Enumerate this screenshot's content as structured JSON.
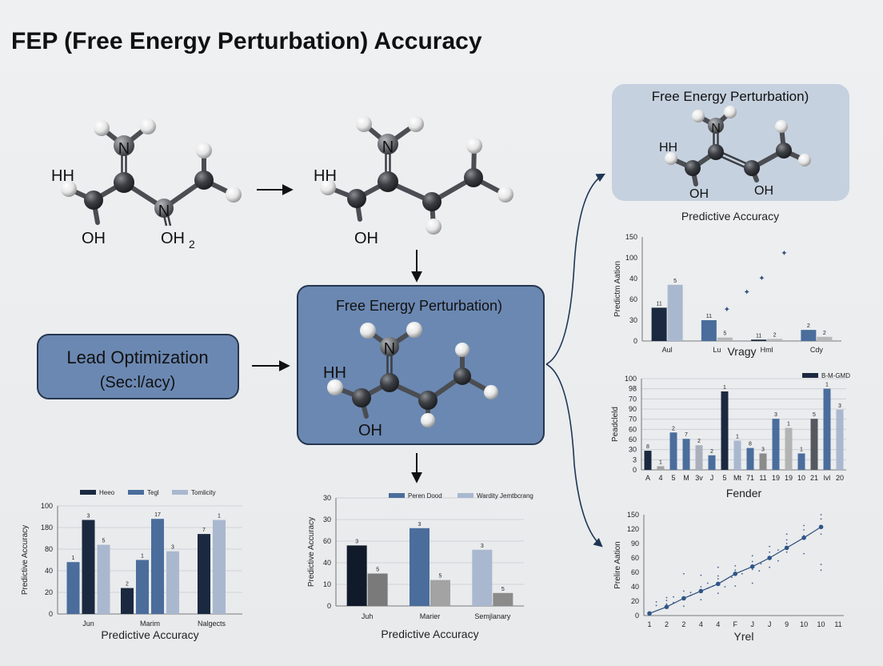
{
  "title": "FEP (Free Energy Perturbation) Accuracy",
  "colors": {
    "box_fill": "#6b88b2",
    "box_border": "#26364f",
    "top_box_fill": "#c6d1df",
    "arrow": "#1f3554",
    "dark": "#1b2940",
    "blue": "#4a6d9c",
    "light": "#a9b8cf",
    "gray": "#8b8b8b",
    "darkgray": "#55595f"
  },
  "molecules": {
    "reactant": {
      "n_top": "N",
      "hh": "HH",
      "oh": "OH",
      "n_mid": "N",
      "oh2": "OH",
      "oh2_sub": "2"
    },
    "product": {
      "n_top": "N",
      "hh": "HH",
      "oh": "OH"
    },
    "center": {
      "n_top": "N",
      "hh": "HH",
      "oh": "OH"
    },
    "top_right": {
      "n_top": "N",
      "hh": "HH",
      "oh": "OH",
      "oh2": "OH"
    }
  },
  "center_box": {
    "title": "Free Energy Perturbation)"
  },
  "lead_box": {
    "line1": "Lead Optimization",
    "line2": "(Sec:l/acy)"
  },
  "top_right_box": {
    "title": "Free Energy Perturbation)",
    "caption": "Predictive Accuracy"
  },
  "chart_data": [
    {
      "type": "bar",
      "ylabel": "Predictive Accuracy",
      "xlabel": "Predictive Accuracy",
      "ylim": [
        0,
        100
      ],
      "yticks": [
        "0",
        "20",
        "40",
        "80",
        "180",
        "100"
      ],
      "grid": true,
      "legend_position": "top",
      "legend": [
        {
          "name": "Heeo",
          "color": "#1b2940"
        },
        {
          "name": "Tegl",
          "color": "#4a6d9c"
        },
        {
          "name": "Tomlicity",
          "color": "#a9b8cf"
        }
      ],
      "categories": [
        {
          "name": "Jun",
          "bars": [
            {
              "value": 48,
              "label": "1",
              "color": "#4a6d9c"
            },
            {
              "value": 87,
              "label": "3",
              "color": "#1b2940"
            },
            {
              "value": 64,
              "label": "5",
              "color": "#a9b8cf"
            }
          ]
        },
        {
          "name": "Marim",
          "bars": [
            {
              "value": 24,
              "label": "2",
              "color": "#1b2940"
            },
            {
              "value": 50,
              "label": "1",
              "color": "#4a6d9c"
            },
            {
              "value": 88,
              "label": "17",
              "color": "#4a6d9c"
            },
            {
              "value": 58,
              "label": "3",
              "color": "#a9b8cf"
            }
          ]
        },
        {
          "name": "Nalgects",
          "bars": [
            {
              "value": 74,
              "label": "7",
              "color": "#1b2940"
            },
            {
              "value": 87,
              "label": "1",
              "color": "#a9b8cf"
            }
          ]
        }
      ]
    },
    {
      "type": "bar",
      "ylabel": "Predictive Accuracy",
      "xlabel": "Predictive Accuracy",
      "ylim": [
        0,
        50
      ],
      "yticks": [
        "0",
        "10",
        "40",
        "60",
        "30",
        "30"
      ],
      "grid": true,
      "legend_position": "top-right",
      "legend": [
        {
          "name": "Peren Dood",
          "color": "#4a6d9c"
        },
        {
          "name": "Wardity Jemtbcrang",
          "color": "#a9b8cf"
        }
      ],
      "categories": [
        {
          "name": "Juh",
          "bars": [
            {
              "value": 28,
              "label": "3",
              "color": "#111a2a"
            },
            {
              "value": 15,
              "label": "5",
              "color": "#7a7a7a"
            }
          ]
        },
        {
          "name": "Marier",
          "bars": [
            {
              "value": 36,
              "label": "3",
              "color": "#4a6d9c"
            },
            {
              "value": 12,
              "label": "5",
              "color": "#a3a3a3"
            }
          ]
        },
        {
          "name": "Semjlanary",
          "bars": [
            {
              "value": 26,
              "label": "3",
              "color": "#a9b8cf"
            },
            {
              "value": 6,
              "label": "5",
              "color": "#8b8b8b"
            }
          ]
        }
      ]
    },
    {
      "type": "bar",
      "ylabel": "Predictm Aation",
      "xlabel": "Vragy",
      "ylim": [
        0,
        150
      ],
      "yticks": [
        "0",
        "30",
        "60",
        "40",
        "100",
        "150"
      ],
      "grid": false,
      "categories": [
        {
          "name": "Aul",
          "bars": [
            {
              "value": 48,
              "label": "11",
              "color": "#1b2940"
            },
            {
              "value": 81,
              "label": "5",
              "color": "#a9b8cf"
            }
          ]
        },
        {
          "name": "Lu",
          "bars": [
            {
              "value": 30,
              "label": "11",
              "color": "#4a6d9c"
            },
            {
              "value": 5,
              "label": "5",
              "color": "#b8b8b8"
            }
          ]
        },
        {
          "name": "Hml",
          "bars": [
            {
              "value": 2,
              "label": "11",
              "color": "#1b2940"
            },
            {
              "value": 3,
              "label": "2",
              "color": "#b8b8b8"
            }
          ]
        },
        {
          "name": "Cdy",
          "bars": [
            {
              "value": 16,
              "label": "2",
              "color": "#4a6d9c"
            },
            {
              "value": 6,
              "label": "2",
              "color": "#b8b8b8"
            }
          ]
        }
      ],
      "markers": [
        {
          "x": 1.2,
          "y": 46
        },
        {
          "x": 1.6,
          "y": 71
        },
        {
          "x": 1.9,
          "y": 91
        },
        {
          "x": 2.35,
          "y": 127
        }
      ]
    },
    {
      "type": "bar",
      "ylabel": "Peadcleld",
      "xlabel": "Fender",
      "ylim": [
        0,
        100
      ],
      "yticks": [
        "0",
        "3",
        "30",
        "60",
        "60",
        "70",
        "90",
        "70",
        "98",
        "100"
      ],
      "grid": true,
      "legend_position": "top-right",
      "legend": [
        {
          "name": "B-M-GMD",
          "color": "#1b2940"
        }
      ],
      "categories": [
        {
          "name": "A",
          "bars": [
            {
              "value": 21,
              "label": "8",
              "color": "#1b2940"
            }
          ]
        },
        {
          "name": "4",
          "bars": [
            {
              "value": 4,
              "label": "1",
              "color": "#a3a3a3"
            }
          ]
        },
        {
          "name": "5",
          "bars": [
            {
              "value": 41,
              "label": "2",
              "color": "#4a6d9c"
            }
          ]
        },
        {
          "name": "M",
          "bars": [
            {
              "value": 34,
              "label": "7",
              "color": "#4a6d9c"
            }
          ]
        },
        {
          "name": "3v",
          "bars": [
            {
              "value": 27,
              "label": "2",
              "color": "#a9b0bc"
            }
          ]
        },
        {
          "name": "J",
          "bars": [
            {
              "value": 16,
              "label": "2",
              "color": "#4a6d9c"
            }
          ]
        },
        {
          "name": "5",
          "bars": [
            {
              "value": 86,
              "label": "1",
              "color": "#1b2940"
            }
          ]
        },
        {
          "name": "Mt",
          "bars": [
            {
              "value": 32,
              "label": "1",
              "color": "#a9b8cf"
            }
          ]
        },
        {
          "name": "71",
          "bars": [
            {
              "value": 24,
              "label": "8",
              "color": "#4a6d9c"
            }
          ]
        },
        {
          "name": "11",
          "bars": [
            {
              "value": 18,
              "label": "3",
              "color": "#8b8b8b"
            }
          ]
        },
        {
          "name": "19",
          "bars": [
            {
              "value": 56,
              "label": "3",
              "color": "#4a6d9c"
            }
          ]
        },
        {
          "name": "19",
          "bars": [
            {
              "value": 46,
              "label": "1",
              "color": "#b3b3b3"
            }
          ]
        },
        {
          "name": "10",
          "bars": [
            {
              "value": 18,
              "label": "1",
              "color": "#4a6d9c"
            }
          ]
        },
        {
          "name": "21",
          "bars": [
            {
              "value": 56,
              "label": "5",
              "color": "#55595f"
            }
          ]
        },
        {
          "name": "lvl",
          "bars": [
            {
              "value": 89,
              "label": "1",
              "color": "#4a6d9c"
            }
          ]
        },
        {
          "name": "20",
          "bars": [
            {
              "value": 66,
              "label": "3",
              "color": "#a9b8cf"
            }
          ]
        }
      ]
    },
    {
      "type": "scatter",
      "ylabel": "Prelire Aation",
      "xlabel": "Yrel",
      "ylim": [
        0,
        140
      ],
      "yticks": [
        "0",
        "20",
        "40",
        "60",
        "60",
        "90",
        "120",
        "150"
      ],
      "xticks": [
        "1",
        "2",
        "2",
        "4",
        "4",
        "F",
        "J",
        "J",
        "9",
        "10",
        "10",
        "11"
      ],
      "grid": false,
      "trend": [
        3,
        12,
        24,
        34,
        44,
        58,
        68,
        80,
        94,
        108,
        123
      ],
      "points": [
        [
          0.4,
          14
        ],
        [
          0.4,
          19
        ],
        [
          1,
          16
        ],
        [
          1,
          21
        ],
        [
          1,
          25
        ],
        [
          1.4,
          18
        ],
        [
          1.4,
          26
        ],
        [
          2,
          13
        ],
        [
          2,
          34
        ],
        [
          2,
          58
        ],
        [
          2.4,
          28
        ],
        [
          2.4,
          32
        ],
        [
          3,
          22
        ],
        [
          3,
          36
        ],
        [
          3,
          40
        ],
        [
          3,
          56
        ],
        [
          3.4,
          38
        ],
        [
          3.4,
          45
        ],
        [
          3.7,
          41
        ],
        [
          4,
          31
        ],
        [
          4,
          51
        ],
        [
          4,
          55
        ],
        [
          4,
          67
        ],
        [
          4.4,
          40
        ],
        [
          4.8,
          53
        ],
        [
          5,
          41
        ],
        [
          5,
          63
        ],
        [
          5,
          69
        ],
        [
          5.4,
          58
        ],
        [
          6,
          45
        ],
        [
          6,
          64
        ],
        [
          6,
          75
        ],
        [
          6,
          83
        ],
        [
          6.4,
          62
        ],
        [
          6.5,
          72
        ],
        [
          7,
          67
        ],
        [
          7,
          88
        ],
        [
          7,
          96
        ],
        [
          7.5,
          76
        ],
        [
          7.5,
          91
        ],
        [
          8,
          88
        ],
        [
          8,
          100
        ],
        [
          8,
          105
        ],
        [
          8,
          113
        ],
        [
          9,
          86
        ],
        [
          9,
          111
        ],
        [
          9,
          119
        ],
        [
          9,
          125
        ],
        [
          10,
          63
        ],
        [
          10,
          71
        ],
        [
          10,
          113
        ],
        [
          10,
          134
        ],
        [
          10,
          140
        ]
      ]
    }
  ]
}
